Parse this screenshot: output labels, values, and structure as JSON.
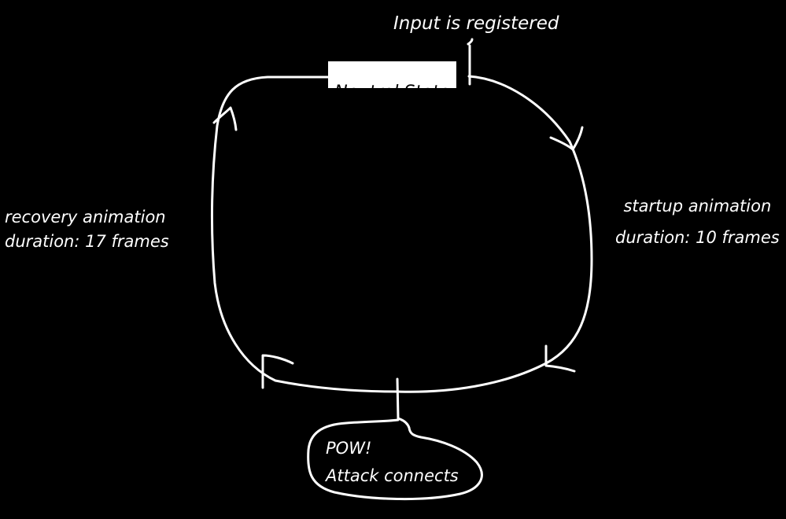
{
  "diagram": {
    "title": "Attack animation cycle",
    "colors": {
      "background": "#000000",
      "stroke": "#ffffff",
      "text": "#ffffff",
      "neutral_box_fill": "#ffffff",
      "neutral_box_text": "#000000"
    },
    "nodes": {
      "input": {
        "label": "Input is registered"
      },
      "neutral": {
        "label": "Neutral State"
      },
      "impact": {
        "line1": "POW!",
        "line2": "Attack connects"
      }
    },
    "edges": {
      "startup": {
        "line1": "startup animation",
        "line2": "duration: 10 frames"
      },
      "recovery": {
        "line1": "recovery animation",
        "line2": "duration: 17 frames"
      }
    }
  }
}
